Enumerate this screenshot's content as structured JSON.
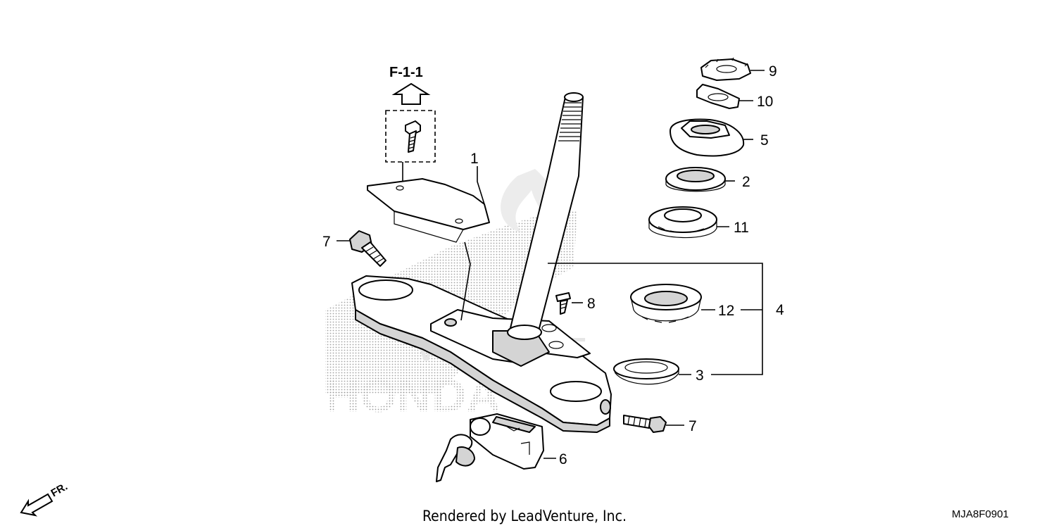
{
  "diagram": {
    "reference": "F-1-1",
    "callouts": {
      "c1": "1",
      "c2": "2",
      "c3": "3",
      "c4": "4",
      "c5": "5",
      "c6": "6",
      "c7a": "7",
      "c7b": "7",
      "c8": "8",
      "c9": "9",
      "c10": "10",
      "c11": "11",
      "c12": "12"
    },
    "direction": "FR.",
    "footer": "Rendered by LeadVenture, Inc.",
    "diagram_code": "MJA8F0901",
    "watermark_brand": "HONDA",
    "watermark_partner": "VENTURE"
  }
}
